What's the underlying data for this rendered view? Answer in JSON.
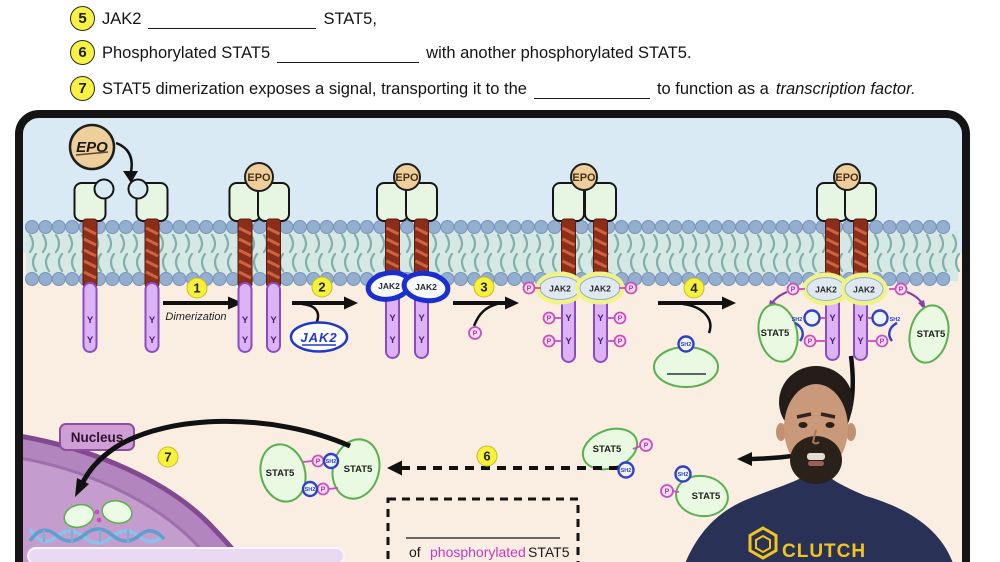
{
  "questions": [
    {
      "num": "5",
      "pre": "JAK2",
      "post": "STAT5,"
    },
    {
      "num": "6",
      "pre": "Phosphorylated STAT5",
      "post": "with another phosphorylated STAT5."
    },
    {
      "num": "7",
      "pre": "STAT5 dimerization exposes a signal, transporting it to the",
      "post": "to function as a",
      "italic": "transcription factor."
    }
  ],
  "labels": {
    "epo": "EPO",
    "jak2": "JAK2",
    "stat5": "STAT5",
    "sh2": "SH2",
    "p": "P",
    "y": "Y",
    "nucleus": "Nucleus",
    "dimerization": "Dimerization"
  },
  "steps": {
    "n1": "1",
    "n2": "2",
    "n3": "3",
    "n4": "4",
    "n6": "6",
    "n7": "7"
  },
  "box": {
    "word_of": "of",
    "word_phospho": "phosphorylated",
    "word_stat5": "STAT5"
  },
  "brand": {
    "shirt_text": "CLUTCH"
  },
  "colors": {
    "step_yellow": "#f6f13a",
    "phospho_magenta": "#c23ac2",
    "marker_blue": "#2238c8",
    "stat5_green": "#5ab04e",
    "membrane_teal": "#78a9a5",
    "cytoplasm": "#faeee3",
    "extracellular": "#d9eaf4",
    "nucleus_purple": "#b285be",
    "shirt_navy": "#2a3157"
  }
}
